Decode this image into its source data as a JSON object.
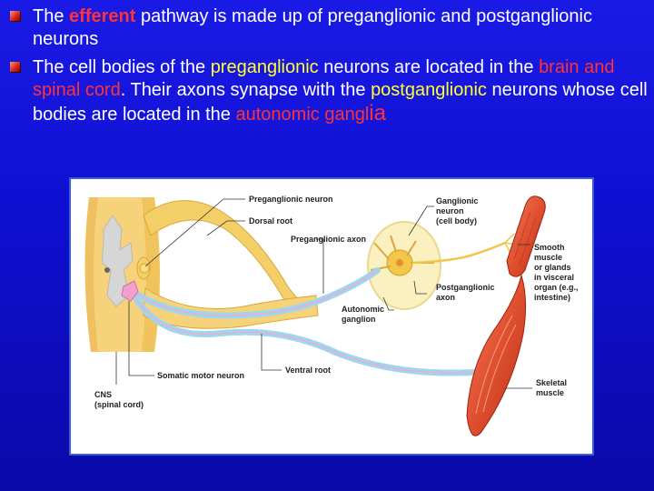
{
  "bullets": [
    {
      "p1": "The ",
      "p2": "efferent",
      "p3": " pathway is made up of preganglionic and postganglionic neurons"
    },
    {
      "p1": "The cell bodies of the ",
      "p2": "preganglionic",
      "p3": " neurons are located in the ",
      "p4": "brain and spinal cord",
      "p5": ". Their axons synapse with the ",
      "p6": "postganglionic",
      "p7": " neurons whose cell bodies are located in the ",
      "p8": "autonomic gangl",
      "p9": "ia"
    }
  ],
  "figure": {
    "labels": {
      "preganglionic_neuron": "Preganglionic neuron",
      "dorsal_root": "Dorsal root",
      "preganglionic_axon": "Preganglionic axon",
      "ganglionic_neuron_1": "Ganglionic",
      "ganglionic_neuron_2": "neuron",
      "ganglionic_neuron_3": "(cell body)",
      "smooth_1": "Smooth",
      "smooth_2": "muscle",
      "smooth_3": "or glands",
      "smooth_4": "in visceral",
      "smooth_5": "organ (e.g.,",
      "smooth_6": "intestine)",
      "postganglionic_axon_1": "Postganglionic",
      "postganglionic_axon_2": "axon",
      "autonomic_ganglion_1": "Autonomic",
      "autonomic_ganglion_2": "ganglion",
      "ventral_root": "Ventral root",
      "somatic_motor_neuron": "Somatic motor neuron",
      "cns_1": "CNS",
      "cns_2": "(spinal cord)",
      "skeletal_1": "Skeletal",
      "skeletal_2": "muscle"
    }
  },
  "colors": {
    "slide_background": "#1010d8",
    "highlight_yellow": "#ffff33",
    "highlight_red": "#ff3333"
  }
}
